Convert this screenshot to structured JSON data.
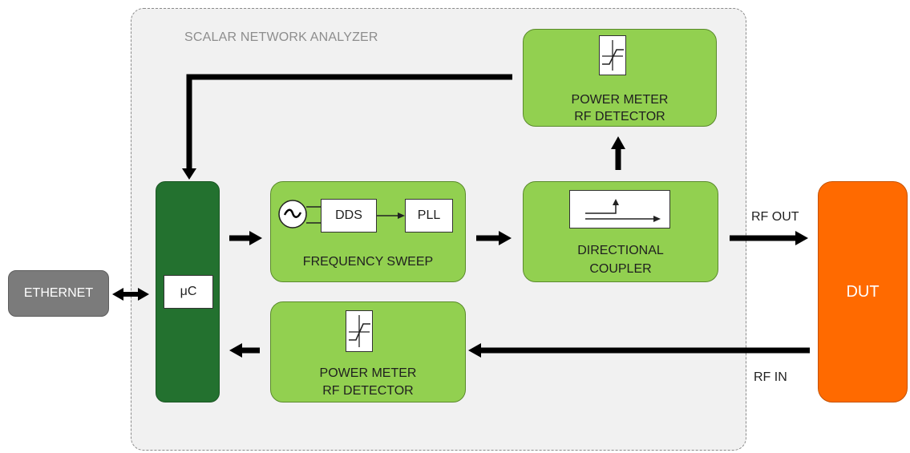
{
  "title": "SCALAR NETWORK ANALYZER",
  "ethernet": "ETHERNET",
  "mcu": "μC",
  "frequency_sweep": {
    "label": "FREQUENCY SWEEP",
    "dds": "DDS",
    "pll": "PLL"
  },
  "directional_coupler": {
    "line1": "DIRECTIONAL",
    "line2": "COUPLER"
  },
  "power_meter_top": {
    "line1": "POWER METER",
    "line2": "RF DETECTOR"
  },
  "power_meter_bottom": {
    "line1": "POWER METER",
    "line2": "RF DETECTOR"
  },
  "rf_out": "RF OUT",
  "rf_in": "RF IN",
  "dut": "DUT",
  "colors": {
    "block_green": "#92d050",
    "mcu_green": "#23712f",
    "dut_orange": "#ff6a00",
    "ethernet_gray": "#7b7b7b"
  }
}
